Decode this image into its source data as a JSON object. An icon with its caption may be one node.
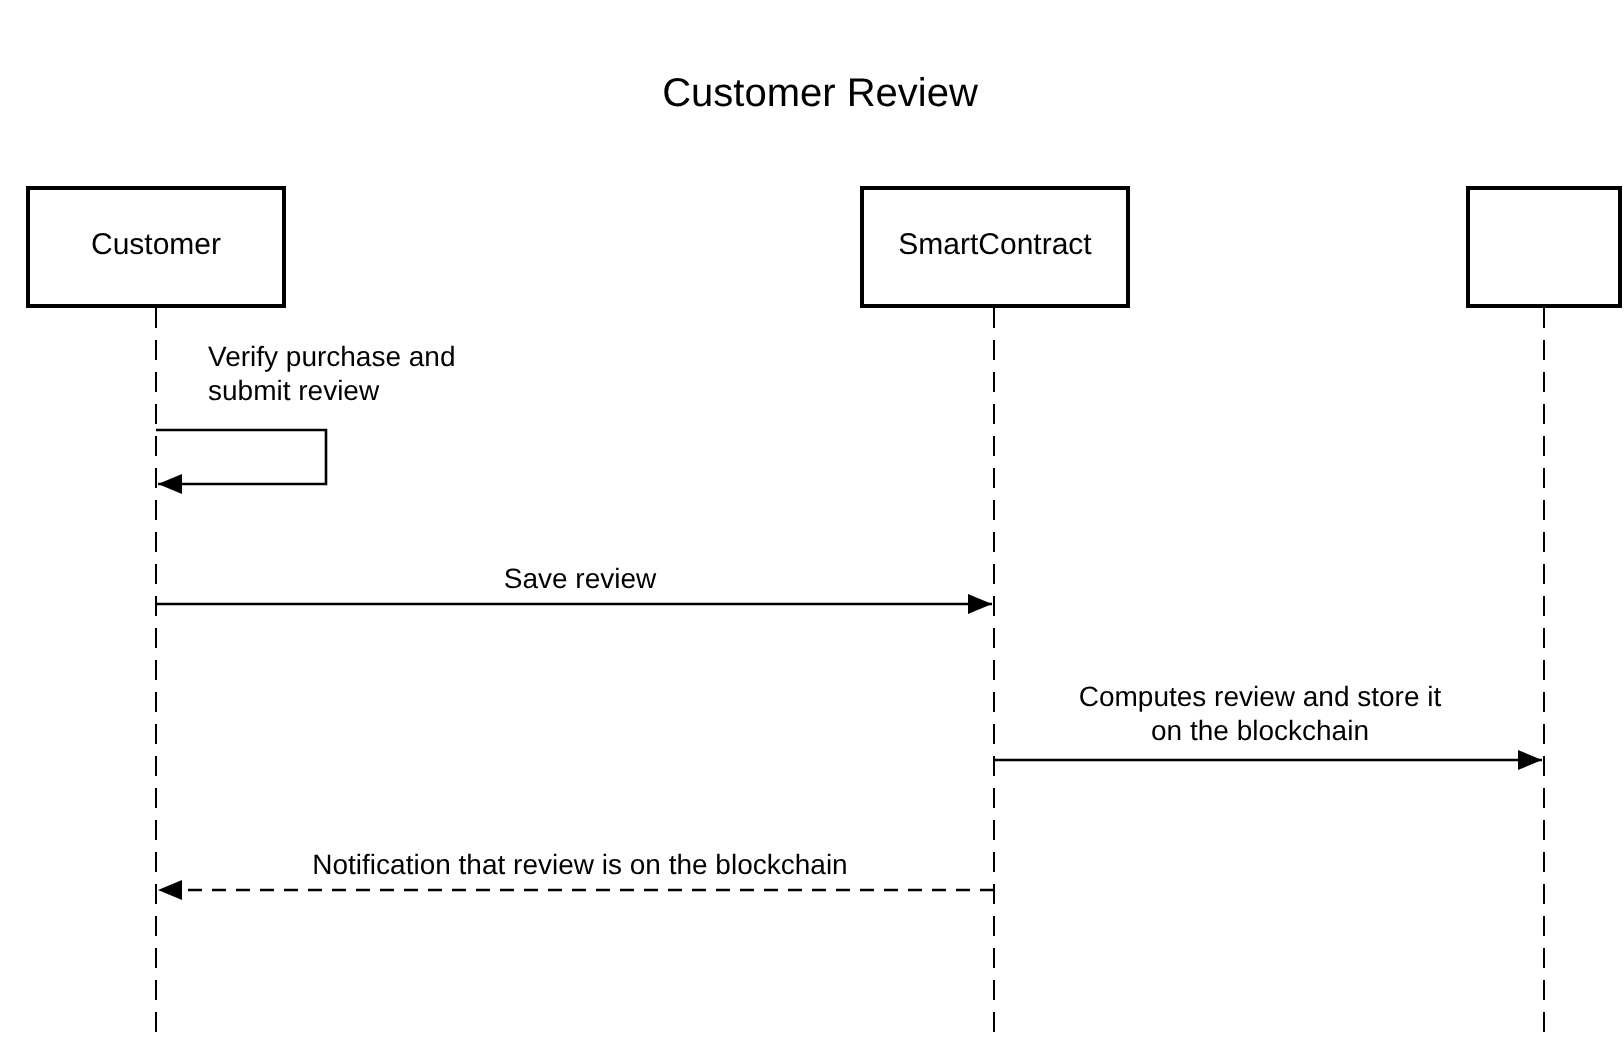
{
  "diagram": {
    "title": "Customer Review",
    "nodes": [
      {
        "text": [
          "Customer"
        ]
      },
      {
        "text": [
          "SmartContract"
        ]
      },
      {
        "text": [],
        "shape": "box"
      }
    ],
    "edges": [
      {
        "from": 0,
        "to": 0,
        "arrow": "to",
        "label": "Verify purchase and submit review"
      },
      {
        "from": 0,
        "to": 1,
        "arrow": "to",
        "label": "Save review"
      },
      {
        "from": 1,
        "to": 2,
        "arrow": "to",
        "label": "Computes review and store it on the blockchain"
      },
      {
        "from": 1,
        "to": 0,
        "arrow": "to",
        "label": "Notification that review is on the blockchain",
        "style": "dashed"
      }
    ]
  }
}
